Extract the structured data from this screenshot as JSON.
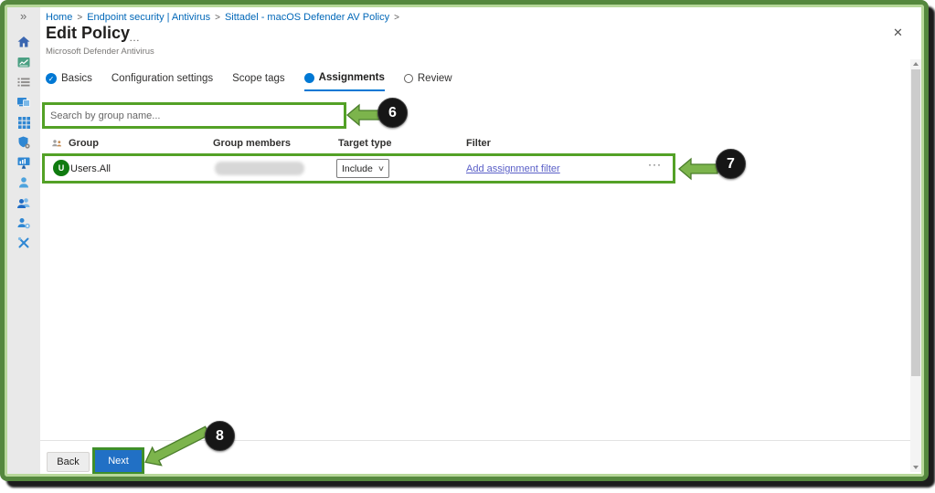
{
  "sidebar": {
    "collapse_glyph": "»",
    "items": [
      {
        "name": "home"
      },
      {
        "name": "dashboard"
      },
      {
        "name": "all-services"
      },
      {
        "name": "devices"
      },
      {
        "name": "apps"
      },
      {
        "name": "endpoint-security"
      },
      {
        "name": "reports"
      },
      {
        "name": "users"
      },
      {
        "name": "groups"
      },
      {
        "name": "tenant-administration"
      },
      {
        "name": "troubleshooting"
      }
    ]
  },
  "breadcrumb": {
    "items": [
      "Home",
      "Endpoint security | Antivirus",
      "Sittadel - macOS Defender AV Policy"
    ],
    "separator": ">"
  },
  "header": {
    "title": "Edit Policy",
    "overflow_dots": "…",
    "subtitle": "Microsoft Defender Antivirus",
    "close_glyph": "✕"
  },
  "tabs": [
    {
      "label": "Basics",
      "state": "complete"
    },
    {
      "label": "Configuration settings",
      "state": "none"
    },
    {
      "label": "Scope tags",
      "state": "none"
    },
    {
      "label": "Assignments",
      "state": "active"
    },
    {
      "label": "Review",
      "state": "todo"
    }
  ],
  "ui": {
    "check_glyph": "✓",
    "chevron_down_glyph": "∨",
    "more_glyph": "···"
  },
  "search": {
    "placeholder": "Search by group name..."
  },
  "assignments_table": {
    "columns": [
      "Group",
      "Group members",
      "Target type",
      "Filter"
    ],
    "rows": [
      {
        "avatar_letter": "U",
        "group": "Users.All",
        "group_members": "(redacted)",
        "target_type": "Include",
        "filter_action": "Add assignment filter"
      }
    ]
  },
  "footer": {
    "back_label": "Back",
    "next_label": "Next"
  },
  "annotations": [
    {
      "number": "6",
      "points_to": "search-box"
    },
    {
      "number": "7",
      "points_to": "assignment-row"
    },
    {
      "number": "8",
      "points_to": "next-button"
    }
  ],
  "colors": {
    "accent_blue": "#0078d4",
    "highlight_green": "#53a126",
    "frame_green": "#55883e",
    "link_purple": "#5a5fc7",
    "avatar_green": "#0f7b0f"
  }
}
